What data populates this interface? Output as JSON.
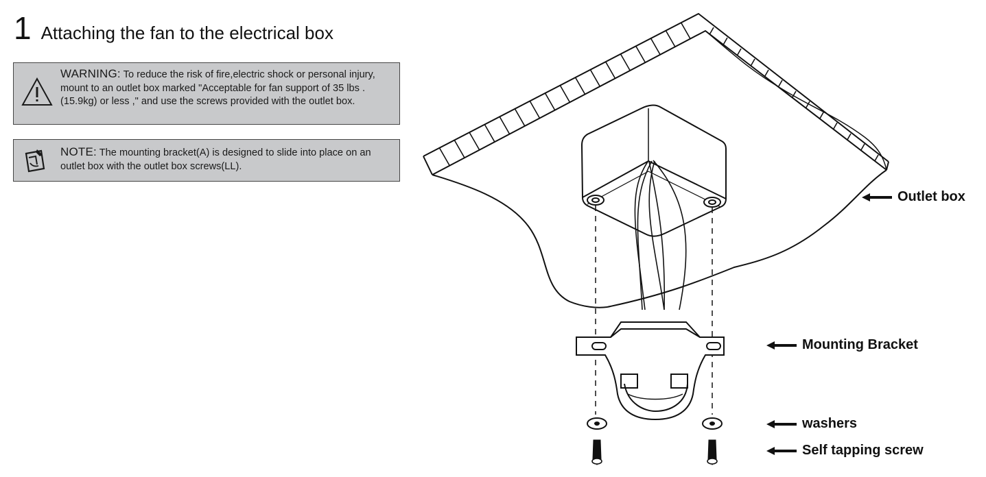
{
  "step": {
    "number": "1",
    "title": "Attaching the fan to the electrical box"
  },
  "warning": {
    "label": "WARNING:",
    "text": " To reduce the risk of fire,electric shock or personal injury, mount to an outlet box marked \"Acceptable for fan support of 35 lbs . (15.9kg) or less ,\" and use the screws provided with the outlet box.",
    "icon": "warning-triangle-icon"
  },
  "note": {
    "label": "NOTE:",
    "text": " The mounting bracket(A) is designed to slide into place on an outlet box with the outlet box screws(LL).",
    "icon": "note-pad-icon"
  },
  "parts": {
    "outlet_box": "Outlet box",
    "mounting_bracket": "Mounting Bracket",
    "washers": "washers",
    "screw": "Self tapping screw"
  },
  "colors": {
    "notice_background": "#c8c9cb",
    "line_art": "#111111"
  }
}
